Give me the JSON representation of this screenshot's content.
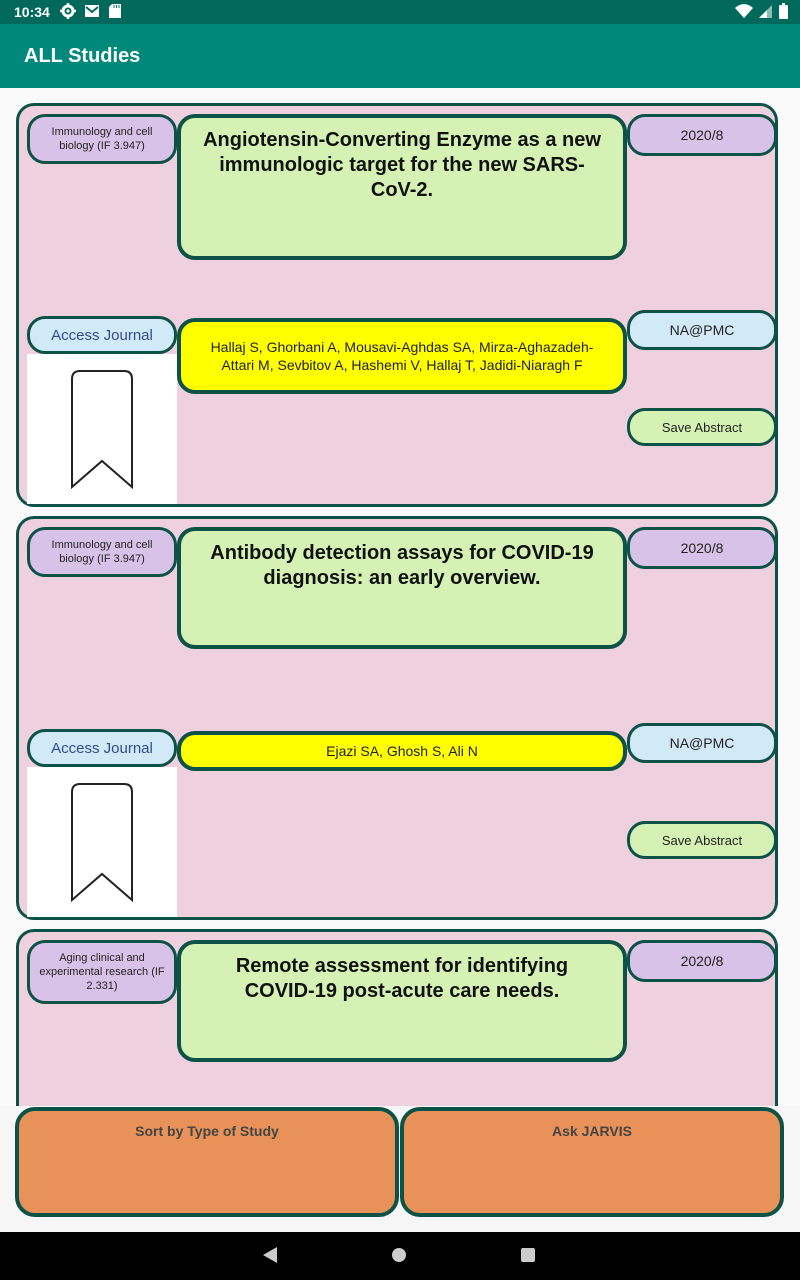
{
  "status_bar": {
    "time": "10:34",
    "icons": [
      "settings-icon",
      "gmail-icon",
      "sd-card-icon"
    ],
    "right_icons": [
      "wifi-icon",
      "signal-icon",
      "battery-icon"
    ]
  },
  "app_bar": {
    "title": "ALL Studies"
  },
  "studies": [
    {
      "journal": "Immunology and cell biology (IF 3.947)",
      "date": "2020/8",
      "title": "Angiotensin-Converting Enzyme as a new immunologic target for the new SARS-CoV-2.",
      "access_label": "Access Journal",
      "authors": "Hallaj S, Ghorbani A, Mousavi-Aghdas SA, Mirza-Aghazadeh-Attari M, Sevbitov A, Hashemi V, Hallaj T, Jadidi-Niaragh F",
      "pmc": "NA@PMC",
      "save_label": "Save Abstract"
    },
    {
      "journal": "Immunology and cell biology (IF 3.947)",
      "date": "2020/8",
      "title": "Antibody detection assays for COVID-19 diagnosis: an early overview.",
      "access_label": "Access Journal",
      "authors": "Ejazi SA, Ghosh S, Ali N",
      "pmc": "NA@PMC",
      "save_label": "Save Abstract"
    },
    {
      "journal": "Aging clinical and experimental research (IF 2.331)",
      "date": "2020/8",
      "title": "Remote assessment for identifying COVID-19 post-acute care needs."
    }
  ],
  "bottom_bar": {
    "sort_label": "Sort by Type of Study",
    "ask_label": "Ask JARVIS"
  },
  "nav_bar": {
    "icons": [
      "back-icon",
      "home-icon",
      "recents-icon"
    ]
  }
}
